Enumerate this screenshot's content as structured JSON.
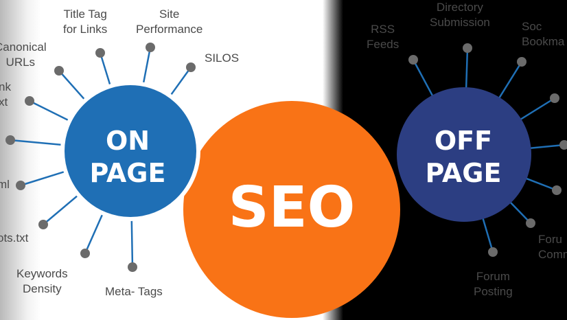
{
  "center": {
    "label": "SEO",
    "color": "#f97316"
  },
  "on_page": {
    "line1": "ON",
    "line2": "PAGE",
    "color": "#1f6fb5",
    "spokes": [
      "Title Tag\nfor Links",
      "Site\nPerformance",
      "SILOS",
      "Canonical\nURLs",
      "nk\nxt",
      "",
      "ml",
      "ots.txt",
      "Keywords\nDensity",
      "Meta- Tags"
    ]
  },
  "off_page": {
    "line1": "OFF",
    "line2": "PAGE",
    "color": "#2c3e82",
    "spokes": [
      "RSS\nFeeds",
      "Directory\nSubmission",
      "Soc\nBookma",
      "",
      "",
      "",
      "Foru\nComm",
      "Forum\nPosting"
    ]
  },
  "colors": {
    "spoke_line": "#1f6fb5",
    "dot": "#6b6b6b",
    "label": "#4a4a4a"
  }
}
